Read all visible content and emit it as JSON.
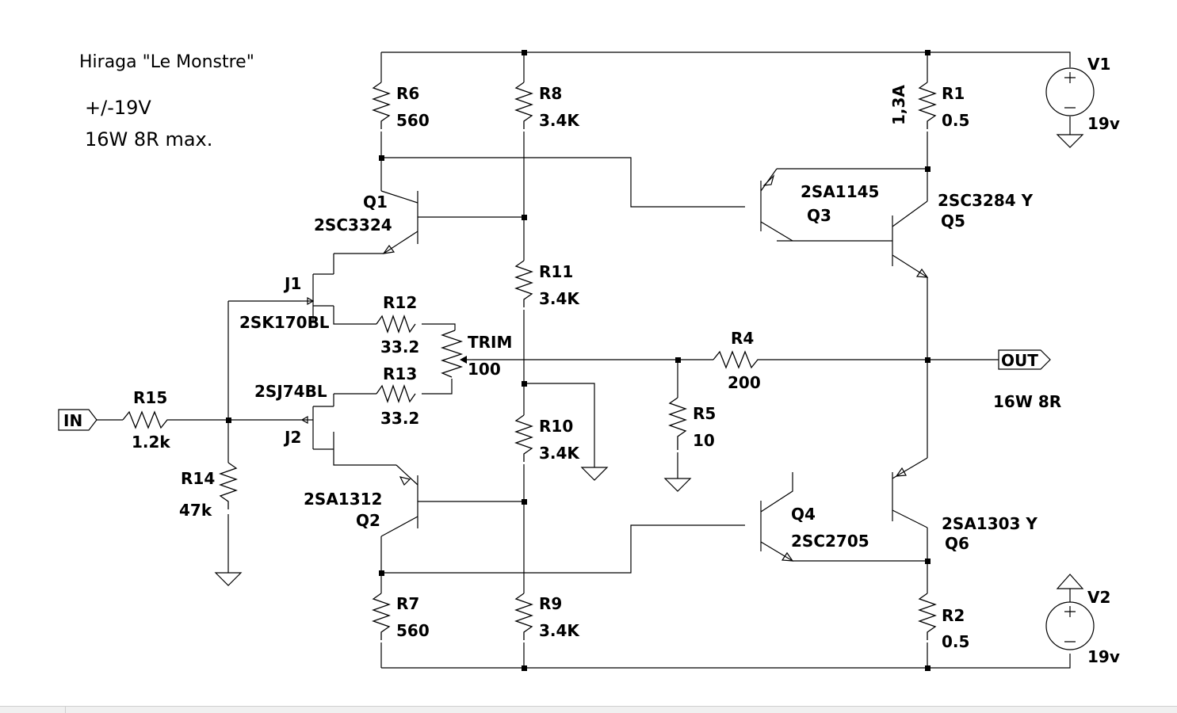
{
  "notes": {
    "title": "Hiraga \"Le Monstre\"",
    "supply": "+/-19V",
    "power": "16W 8R max."
  },
  "ports": {
    "input": "IN",
    "output": "OUT",
    "output_note": "16W 8R"
  },
  "components": {
    "R1": {
      "ref": "R1",
      "value": "0.5",
      "note": "1,3A"
    },
    "R2": {
      "ref": "R2",
      "value": "0.5"
    },
    "R4": {
      "ref": "R4",
      "value": "200"
    },
    "R5": {
      "ref": "R5",
      "value": "10"
    },
    "R6": {
      "ref": "R6",
      "value": "560"
    },
    "R7": {
      "ref": "R7",
      "value": "560"
    },
    "R8": {
      "ref": "R8",
      "value": "3.4K"
    },
    "R9": {
      "ref": "R9",
      "value": "3.4K"
    },
    "R10": {
      "ref": "R10",
      "value": "3.4K"
    },
    "R11": {
      "ref": "R11",
      "value": "3.4K"
    },
    "R12": {
      "ref": "R12",
      "value": "33.2"
    },
    "R13": {
      "ref": "R13",
      "value": "33.2"
    },
    "R14": {
      "ref": "R14",
      "value": "47k"
    },
    "R15": {
      "ref": "R15",
      "value": "1.2k"
    },
    "TRIM": {
      "ref": "TRIM",
      "value": "100"
    },
    "Q1": {
      "ref": "Q1",
      "part": "2SC3324"
    },
    "Q2": {
      "ref": "Q2",
      "part": "2SA1312"
    },
    "Q3": {
      "ref": "Q3",
      "part": "2SA1145"
    },
    "Q4": {
      "ref": "Q4",
      "part": "2SC2705"
    },
    "Q5": {
      "ref": "Q5",
      "part": "2SC3284 Y"
    },
    "Q6": {
      "ref": "Q6",
      "part": "2SA1303 Y"
    },
    "J1": {
      "ref": "J1",
      "part": "2SK170BL"
    },
    "J2": {
      "ref": "J2",
      "part": "2SJ74BL"
    },
    "V1": {
      "ref": "V1",
      "value": "19v"
    },
    "V2": {
      "ref": "V2",
      "value": "19v"
    }
  }
}
